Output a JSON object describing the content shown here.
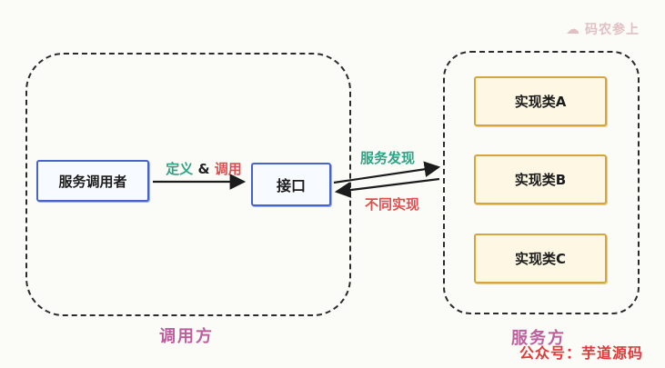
{
  "watermark": {
    "icon": "cloud-icon",
    "text": "码农参上"
  },
  "regions": {
    "caller": {
      "label": "调用方"
    },
    "provider": {
      "label": "服务方"
    }
  },
  "nodes": {
    "service_caller": "服务调用者",
    "interface": "接口",
    "impl_a": "实现类A",
    "impl_b": "实现类B",
    "impl_c": "实现类C"
  },
  "edges": {
    "define": "定义",
    "ampersand": " & ",
    "invoke": "调用",
    "service_discovery": "服务发现",
    "different_impl": "不同实现"
  },
  "footer": {
    "text": "公众号：芋道源码"
  },
  "colors": {
    "blue_border": "#4a63c8",
    "yellow_border": "#d8a53c",
    "teal_text": "#2fa383",
    "red_text": "#e04f4f",
    "pink_caption": "#bd5f9e",
    "watermark": "#e2bfc2",
    "footer_red": "#e03a3a",
    "arrow": "#1c1c1c"
  }
}
